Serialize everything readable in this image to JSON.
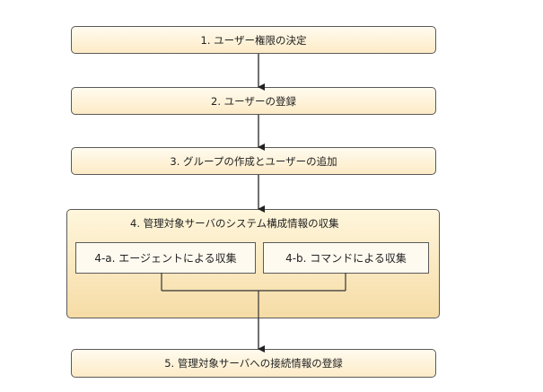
{
  "steps": {
    "step1": "1. ユーザー権限の決定",
    "step2": "2. ユーザーの登録",
    "step3": "3. グループの作成とユーザーの追加",
    "step4": {
      "title": "4. 管理対象サーバのシステム構成情報の収集",
      "sub_a": "4-a. エージェントによる収集",
      "sub_b": "4-b. コマンドによる収集"
    },
    "step5": "5. 管理対象サーバへの接続情報の登録"
  },
  "colors": {
    "box_border": "#5a5a5a",
    "box_fill_top": "#fffbef",
    "box_fill_bottom": "#fdebc6",
    "group_fill_bottom": "#f6dca6",
    "arrow": "#222222"
  }
}
